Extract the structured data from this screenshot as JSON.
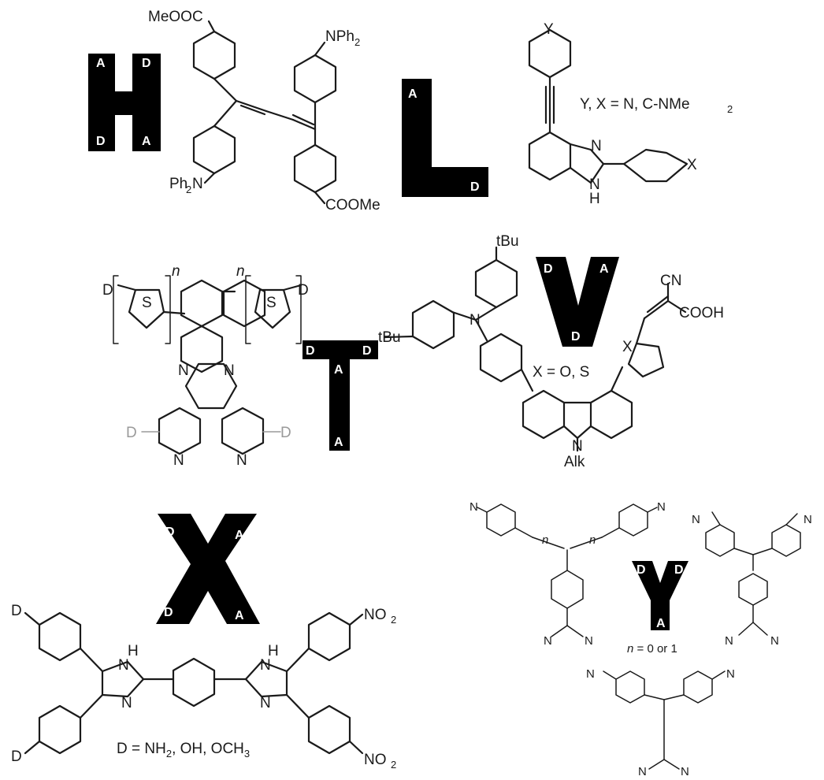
{
  "panels": {
    "H": {
      "letter": "H",
      "tags": [
        "A",
        "D",
        "D",
        "A"
      ],
      "labels": [
        "MeOOC",
        "NPh",
        "2",
        "Ph",
        "2",
        "N",
        "COOMe"
      ]
    },
    "L": {
      "letter": "L",
      "tags": [
        "A",
        "D"
      ],
      "labels": [
        "Y",
        "N",
        "N",
        "H",
        "X"
      ],
      "caption": "Y, X = N, C-NMe",
      "caption_sub": "2"
    },
    "T": {
      "letter": "T",
      "tags": [
        "D",
        "A",
        "D",
        "A"
      ],
      "labels": [
        "D",
        "S",
        "n",
        "n",
        "S",
        "D",
        "N",
        "N",
        "D",
        "D",
        "N",
        "N"
      ]
    },
    "V": {
      "letter": "V",
      "tags": [
        "D",
        "A",
        "D"
      ],
      "labels": [
        "tBu",
        "tBu",
        "N",
        "CN",
        "COOH",
        "X",
        "X = O, S",
        "N",
        "Alk"
      ]
    },
    "X": {
      "letter": "X",
      "tags": [
        "D",
        "A",
        "D",
        "A"
      ],
      "labels": [
        "D",
        "D",
        "H",
        "N",
        "N",
        "H",
        "N",
        "N",
        "NO",
        "2",
        "NO",
        "2"
      ],
      "caption": "D = NH",
      "caption_parts": [
        "2",
        ", OH, OCH",
        "3"
      ]
    },
    "Y": {
      "letter": "Y",
      "tags": [
        "D",
        "D",
        "A"
      ],
      "labels": [
        "N",
        "N",
        "N",
        "N",
        "N",
        "N",
        "n",
        "n",
        "N",
        "N",
        "N",
        "N",
        "N",
        "N"
      ],
      "caption_n": "n",
      "caption": " = 0 or 1"
    }
  },
  "colors": {
    "glyph": "#000000",
    "bond": "#1a1a1a",
    "faded": "#9a9a9a"
  }
}
